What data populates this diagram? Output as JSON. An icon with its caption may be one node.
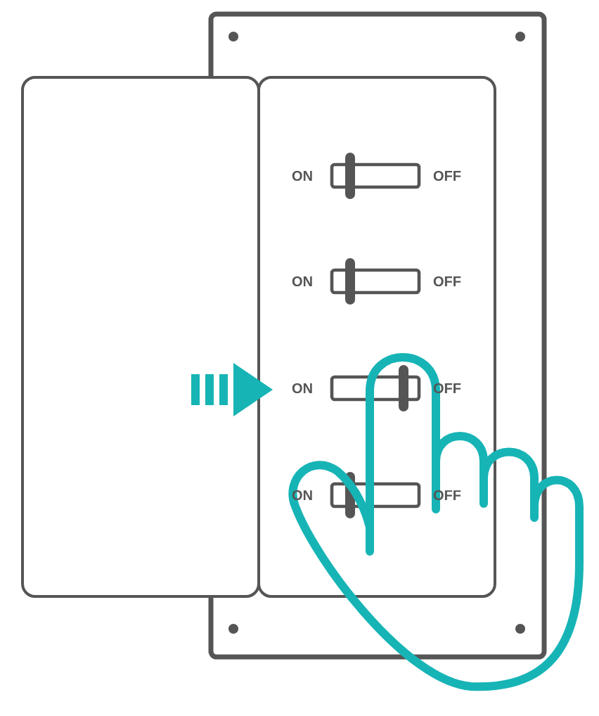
{
  "diagram": {
    "labels": [
      "ON",
      "OFF",
      "ON",
      "OFF",
      "ON",
      "OFF",
      "ON",
      "OFF"
    ]
  }
}
